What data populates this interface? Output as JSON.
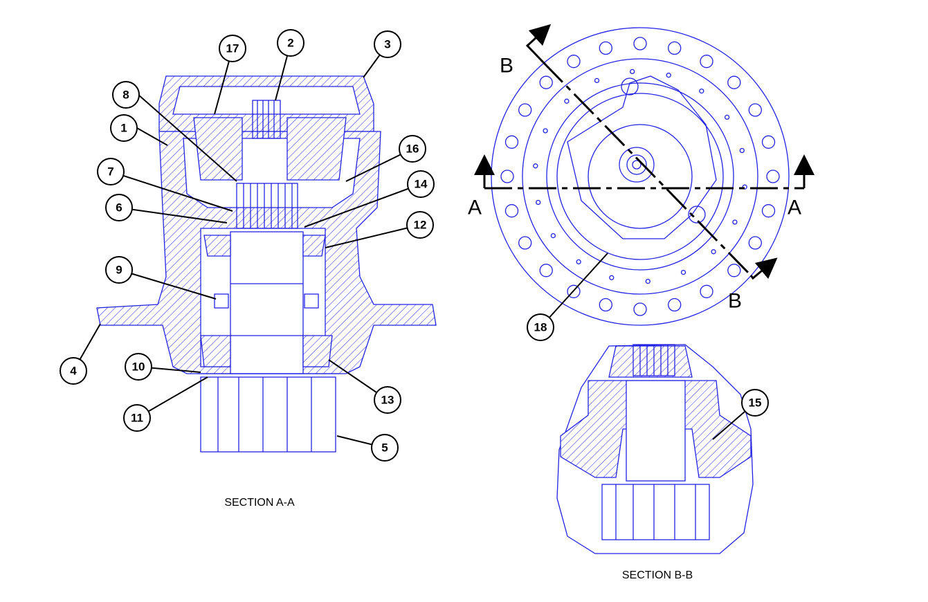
{
  "colors": {
    "drawing": "#2222e6",
    "ink": "#000000",
    "background": "#ffffff"
  },
  "captions": {
    "section_aa": "SECTION A-A",
    "section_bb": "SECTION B-B"
  },
  "section_letters": {
    "a": "A",
    "b": "B"
  },
  "callouts": [
    "1",
    "2",
    "3",
    "4",
    "5",
    "6",
    "7",
    "8",
    "9",
    "10",
    "11",
    "12",
    "13",
    "14",
    "15",
    "16",
    "17",
    "18"
  ]
}
